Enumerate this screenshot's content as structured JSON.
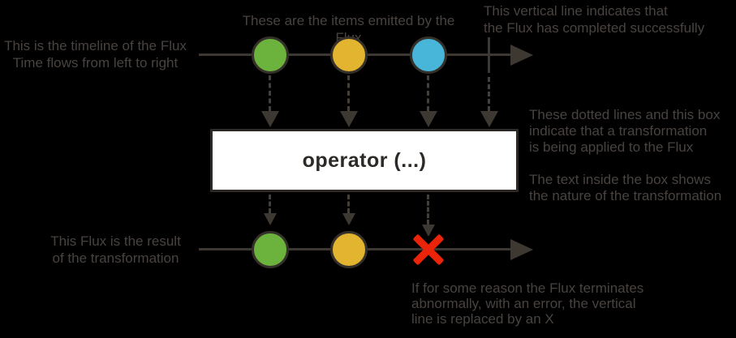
{
  "annotations": {
    "timeline_note": "This is the timeline of the Flux\nTime flows from left to right",
    "items_note": "These are the items emitted by the Flux",
    "complete_note": "This vertical line indicates that\nthe Flux has completed successfully",
    "transform_note": "These dotted lines and this box\nindicate that a transformation\nis being applied to the Flux\n\nThe text inside the box shows\nthe nature of the transformation",
    "result_note": "This Flux is the result\nof the transformation",
    "error_note": "If for some reason the Flux terminates\nabnormally, with an error, the vertical\nline is replaced by an X"
  },
  "operator_box": {
    "label": "operator (...)"
  },
  "source_flux": {
    "marbles": [
      {
        "name": "green",
        "color": "#6cb33e"
      },
      {
        "name": "yellow",
        "color": "#e3b42f"
      },
      {
        "name": "blue",
        "color": "#47b6d8"
      }
    ],
    "completed": true
  },
  "result_flux": {
    "marbles": [
      {
        "name": "green",
        "color": "#6cb33e"
      },
      {
        "name": "yellow",
        "color": "#e3b42f"
      }
    ],
    "terminated_with_error": true,
    "error_color": "#e92409"
  },
  "colors": {
    "background": "#000000",
    "annotation_text": "#494340",
    "line": "#3e3833",
    "box_fill": "#ffffff",
    "box_border": "#2d2926"
  }
}
